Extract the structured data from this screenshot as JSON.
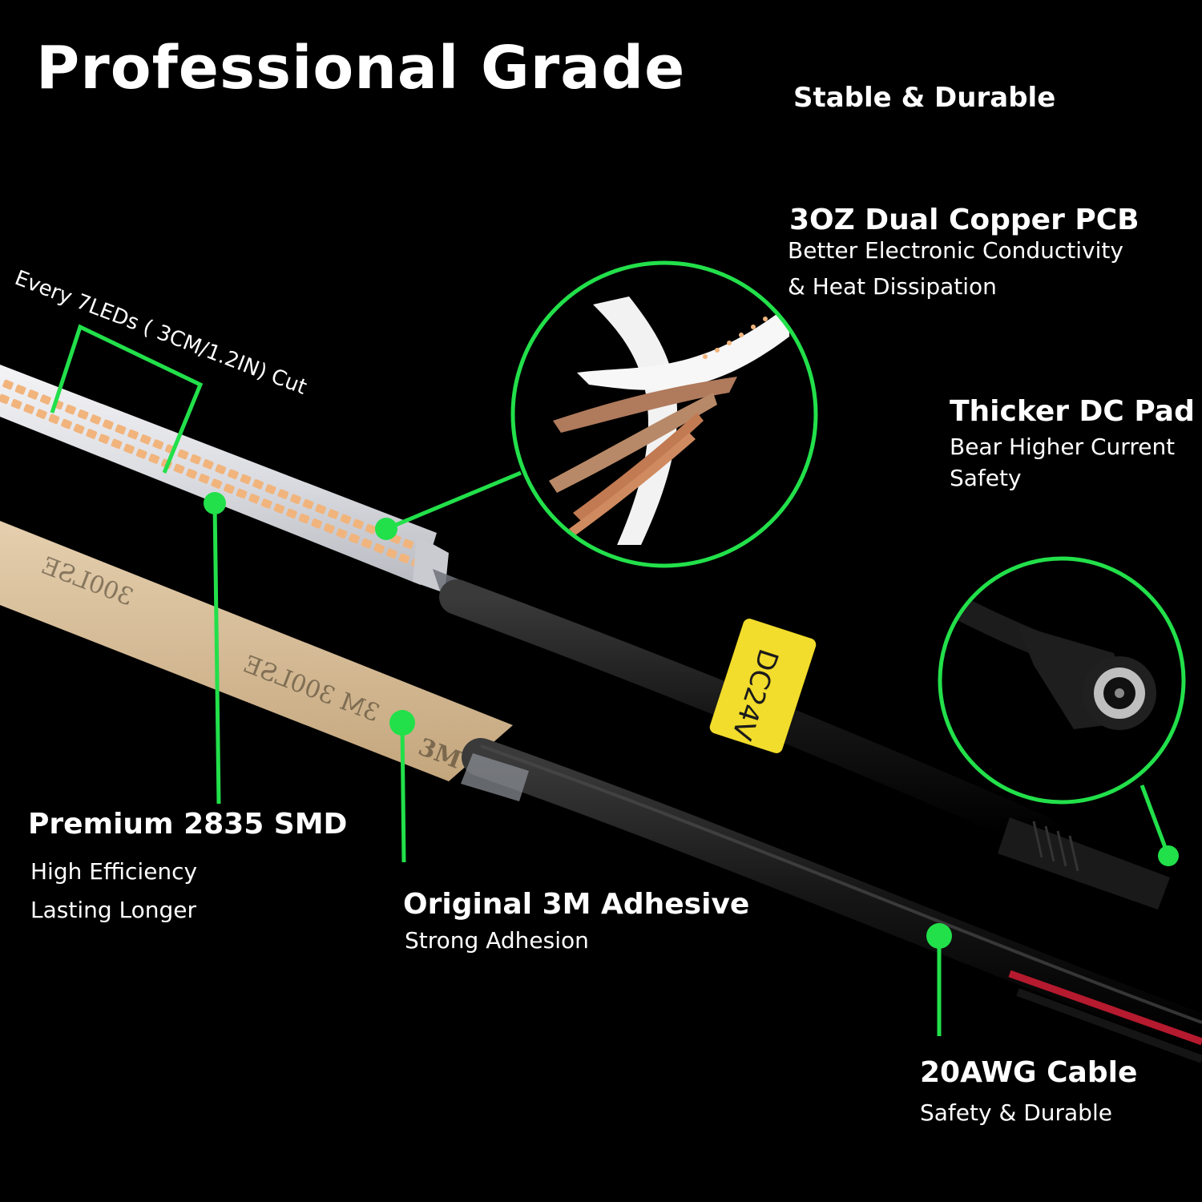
{
  "title": "Professional Grade",
  "subtitle": "Stable & Durable",
  "callouts": {
    "pcb": {
      "heading": "3OZ Dual Copper PCB",
      "line1": "Better Electronic Conductivity",
      "line2": "& Heat Dissipation"
    },
    "cut": {
      "text": "Every 7LEDs ( 3CM/1.2IN) Cut"
    },
    "dcpad": {
      "heading": "Thicker DC Pad",
      "line1": "Bear Higher Current",
      "line2": "Safety"
    },
    "smd": {
      "heading": "Premium 2835 SMD",
      "line1": "High Efficiency",
      "line2": "Lasting Longer"
    },
    "adhesive": {
      "heading": "Original 3M Adhesive",
      "line1": "Strong Adhesion"
    },
    "cable": {
      "heading": "20AWG Cable",
      "line1": "Safety & Durable"
    }
  },
  "product_marks": {
    "voltage_tag": "DC24V",
    "tape_print_1": "300LSE",
    "tape_print_2": "3M",
    "tape_print_3": "3M 300LSE"
  },
  "colors": {
    "background": "#000000",
    "accent_green": "#22e04a",
    "text": "#ffffff",
    "led": "#f1b47c",
    "tape": "#d4b995",
    "tag": "#f2dc2c"
  }
}
